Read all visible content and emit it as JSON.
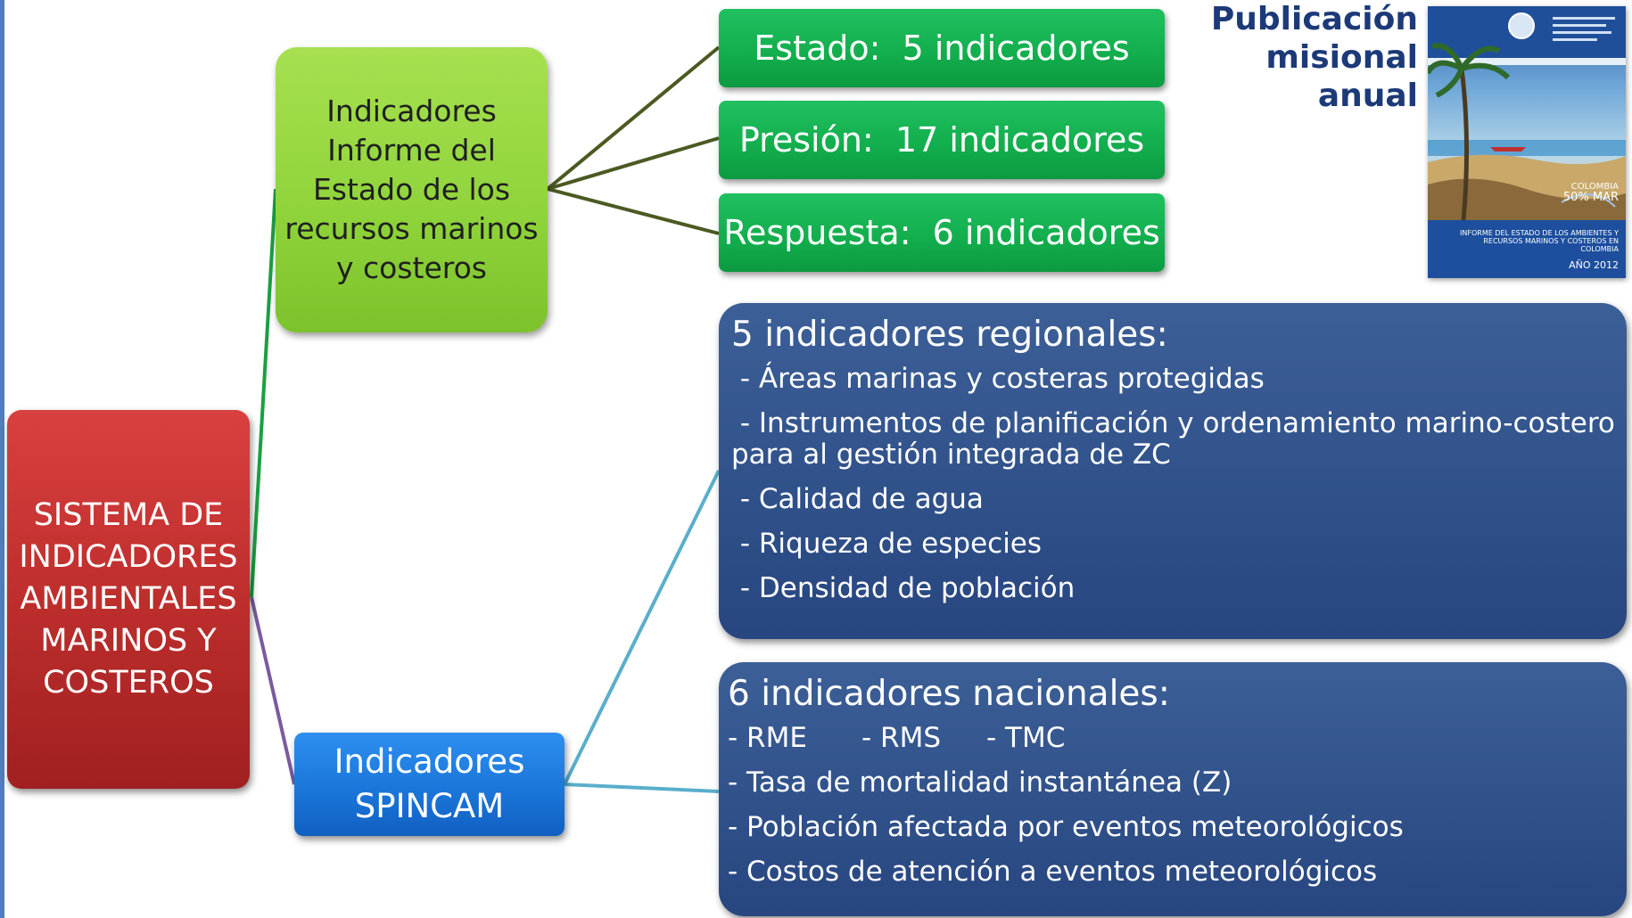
{
  "root": {
    "label": "SISTEMA DE INDICADORES AMBIENTALES MARINOS Y COSTEROS"
  },
  "informe": {
    "label": "Indicadores Informe del Estado de los recursos marinos y costeros"
  },
  "spincam": {
    "label": "Indicadores SPINCAM"
  },
  "informe_children": [
    {
      "label": "Estado:  5 indicadores"
    },
    {
      "label": "Presión:  17 indicadores"
    },
    {
      "label": "Respuesta:  6 indicadores"
    }
  ],
  "regional": {
    "title": "5 indicadores regionales:",
    "items": [
      " - Áreas marinas y costeras protegidas",
      " - Instrumentos de planificación y ordenamiento marino-costero para al gestión integrada de ZC",
      " - Calidad de agua",
      " - Riqueza de especies",
      " - Densidad de población"
    ]
  },
  "national": {
    "title": "6 indicadores nacionales:",
    "codes": [
      "- RME",
      "- RMS",
      "- TMC"
    ],
    "items": [
      "- Tasa de mortalidad instantánea (Z)",
      "- Población afectada por eventos meteorológicos",
      "- Costos de atención a eventos meteorológicos"
    ]
  },
  "publication": {
    "line1": "Publicación",
    "line2": "misional",
    "line3": "anual"
  },
  "cover": {
    "badge": "COLOMBIA",
    "badge_pct": "50% MAR",
    "report_title": "INFORME DEL ESTADO DE LOS AMBIENTES Y RECURSOS MARINOS Y COSTEROS EN COLOMBIA",
    "year": "AÑO 2012"
  },
  "colors": {
    "root": "#c0302e",
    "informe": "#8fd33a",
    "spincam": "#1a74d8",
    "green_boxes": "#12ad4c",
    "panels": "#2f5089",
    "publication_text": "#1c3a78",
    "line_informe": "#1aa040",
    "line_spincam": "#7a5aa0",
    "line_children": "#4b5a22",
    "line_panels": "#5aaecc"
  }
}
